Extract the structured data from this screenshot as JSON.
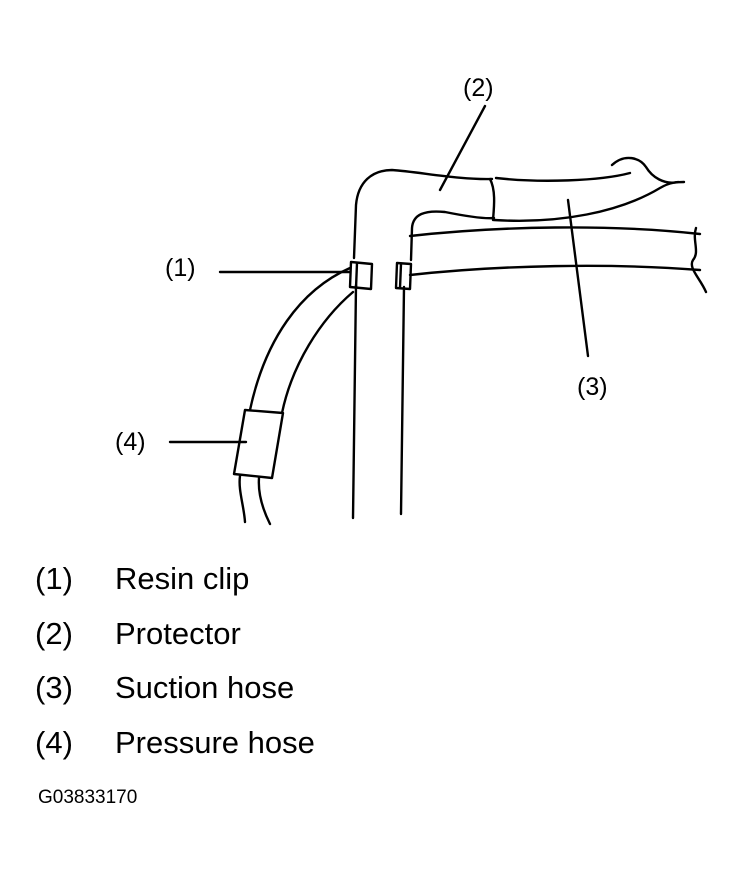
{
  "callouts": [
    {
      "id": "1",
      "text": "(1)"
    },
    {
      "id": "2",
      "text": "(2)"
    },
    {
      "id": "3",
      "text": "(3)"
    },
    {
      "id": "4",
      "text": "(4)"
    }
  ],
  "legend": [
    {
      "number": "(1)",
      "label": "Resin clip"
    },
    {
      "number": "(2)",
      "label": "Protector"
    },
    {
      "number": "(3)",
      "label": "Suction hose"
    },
    {
      "number": "(4)",
      "label": "Pressure hose"
    }
  ],
  "figure_id": "G03833170",
  "colors": {
    "line": "#000000",
    "background": "#ffffff"
  }
}
